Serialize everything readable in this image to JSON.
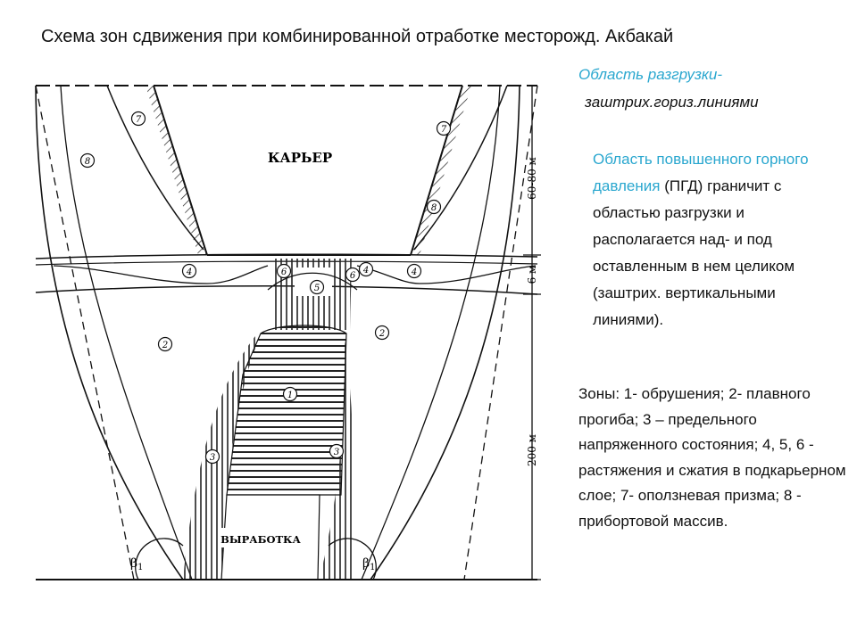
{
  "title": "Схема зон сдвижения при комбинированной отработке месторожд.  Акбакай",
  "legend": {
    "unload_title": "Область разгрузки-",
    "unload_desc": "заштрих.гориз.линиями",
    "pgd_title": "Область повышенного горного давления",
    "pgd_abbr": "(ПГД)",
    "pgd_desc": "граничит с областью разгрузки и располагается над- и под оставленным в нем целиком (заштрих. вертикальными линиями).",
    "zones": "Зоны: 1- обрушения; 2- плавного прогиба; 3 – предельного напряженного состояния; 4, 5, 6 - растяжения и сжатия в подкарьерном слое; 7- оползневая призма; 8 - прибортовой массив."
  },
  "diagram": {
    "pit_label": "КАРЬЕР",
    "working_label": "ВЫРАБОТКА",
    "dim_top": "60-80 м",
    "dim_mid": "6 м",
    "dim_bottom": "200 м",
    "angle_left": "β",
    "angle_right": "β",
    "angle_sub": "1",
    "zone_labels": [
      "7",
      "8",
      "7",
      "8",
      "4",
      "4",
      "6",
      "5",
      "6",
      "4",
      "2",
      "2",
      "1",
      "3",
      "3"
    ]
  }
}
